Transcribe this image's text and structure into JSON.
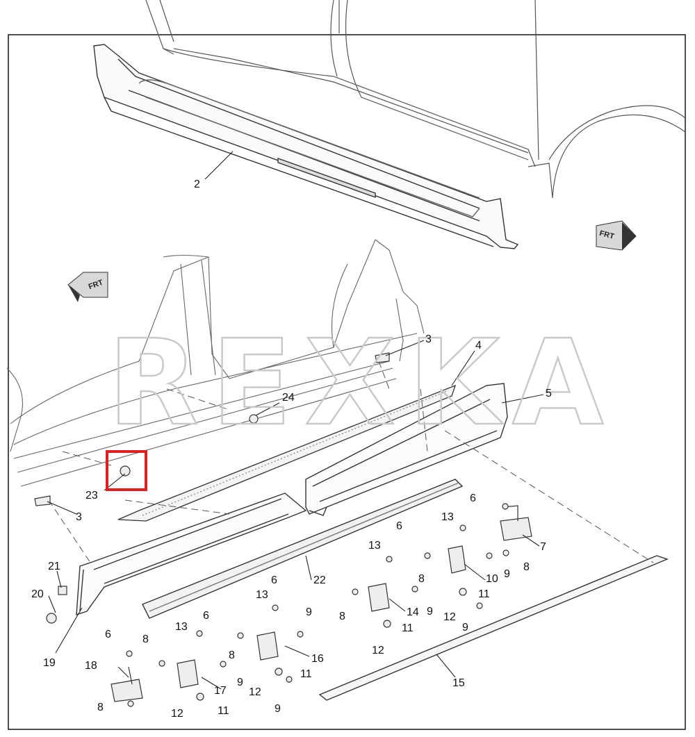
{
  "frt_label": "FRT",
  "watermark": "REXKA",
  "highlight_color": "#e02020",
  "callouts": [
    {
      "id": "c2",
      "text": "2"
    },
    {
      "id": "c3a",
      "text": "3"
    },
    {
      "id": "c3b",
      "text": "3"
    },
    {
      "id": "c4",
      "text": "4"
    },
    {
      "id": "c5",
      "text": "5"
    },
    {
      "id": "c6a",
      "text": "6"
    },
    {
      "id": "c6b",
      "text": "6"
    },
    {
      "id": "c6c",
      "text": "6"
    },
    {
      "id": "c6d",
      "text": "6"
    },
    {
      "id": "c6e",
      "text": "6"
    },
    {
      "id": "c7",
      "text": "7"
    },
    {
      "id": "c8a",
      "text": "8"
    },
    {
      "id": "c8b",
      "text": "8"
    },
    {
      "id": "c8c",
      "text": "8"
    },
    {
      "id": "c8d",
      "text": "8"
    },
    {
      "id": "c8e",
      "text": "8"
    },
    {
      "id": "c8f",
      "text": "8"
    },
    {
      "id": "c9a",
      "text": "9"
    },
    {
      "id": "c9b",
      "text": "9"
    },
    {
      "id": "c9c",
      "text": "9"
    },
    {
      "id": "c9d",
      "text": "9"
    },
    {
      "id": "c9e",
      "text": "9"
    },
    {
      "id": "c9f",
      "text": "9"
    },
    {
      "id": "c10",
      "text": "10"
    },
    {
      "id": "c11a",
      "text": "11"
    },
    {
      "id": "c11b",
      "text": "11"
    },
    {
      "id": "c11c",
      "text": "11"
    },
    {
      "id": "c11d",
      "text": "11"
    },
    {
      "id": "c12a",
      "text": "12"
    },
    {
      "id": "c12b",
      "text": "12"
    },
    {
      "id": "c12c",
      "text": "12"
    },
    {
      "id": "c12d",
      "text": "12"
    },
    {
      "id": "c13a",
      "text": "13"
    },
    {
      "id": "c13b",
      "text": "13"
    },
    {
      "id": "c13c",
      "text": "13"
    },
    {
      "id": "c13d",
      "text": "13"
    },
    {
      "id": "c14",
      "text": "14"
    },
    {
      "id": "c15",
      "text": "15"
    },
    {
      "id": "c16",
      "text": "16"
    },
    {
      "id": "c17",
      "text": "17"
    },
    {
      "id": "c18",
      "text": "18"
    },
    {
      "id": "c19",
      "text": "19"
    },
    {
      "id": "c20",
      "text": "20"
    },
    {
      "id": "c21",
      "text": "21"
    },
    {
      "id": "c22",
      "text": "22"
    },
    {
      "id": "c23",
      "text": "23"
    },
    {
      "id": "c24",
      "text": "24"
    }
  ]
}
